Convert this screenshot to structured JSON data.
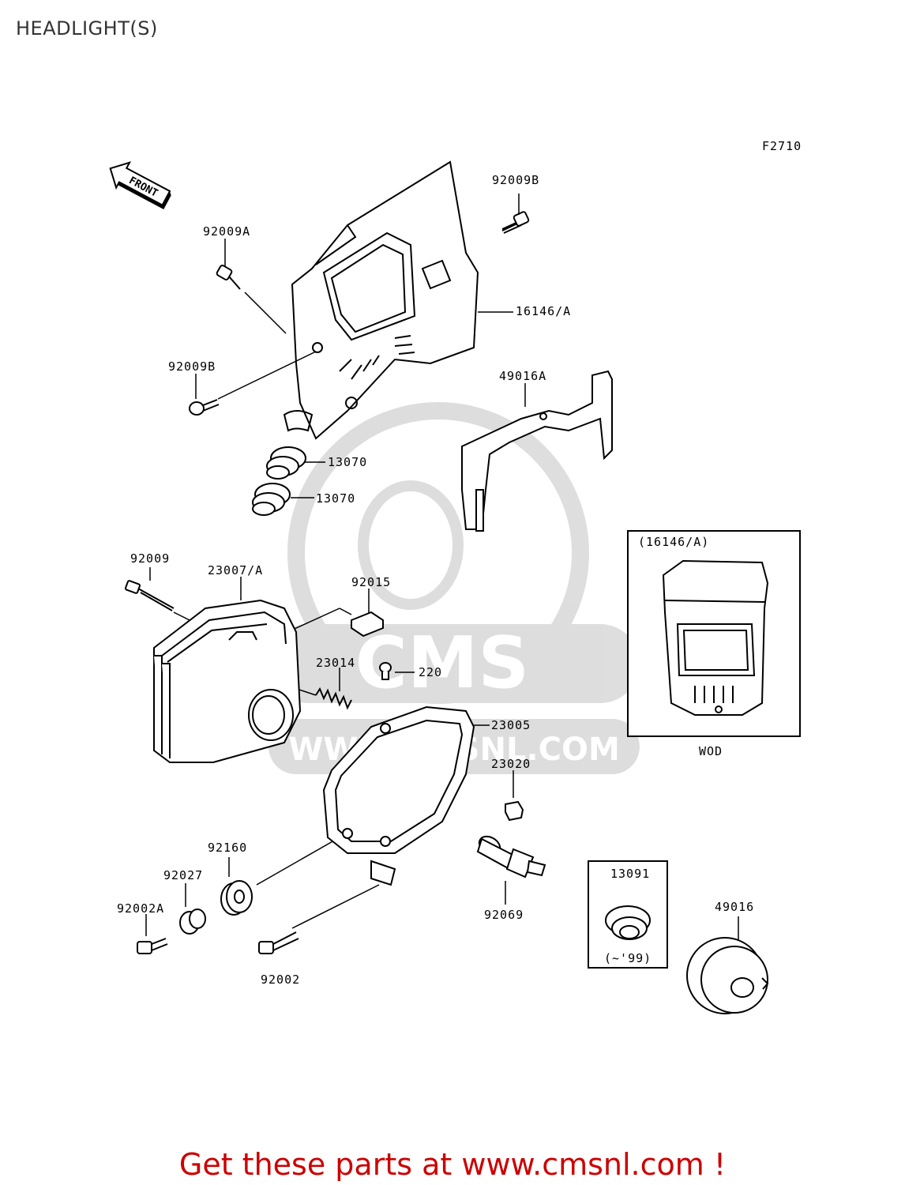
{
  "page": {
    "title": "HEADLIGHT(S)",
    "footer": "Get these parts at www.cmsnl.com !"
  },
  "diagram": {
    "figure_code": "F2710",
    "front_arrow": "FRONT",
    "watermark": {
      "brand": "CMS",
      "url": "WWW.CMSNL.COM"
    },
    "parts": [
      "92009B",
      "92009A",
      "16146/A",
      "92009B",
      "49016A",
      "13070",
      "13070",
      "92009",
      "23007/A",
      "92015",
      "23014",
      "220",
      "23005",
      "23020",
      "92160",
      "92027",
      "92002A",
      "92002",
      "92069",
      "13091",
      "49016"
    ],
    "inset_variant": {
      "title": "(16146/A)",
      "caption": "WOD"
    },
    "inset_years": {
      "part": "13091",
      "note": "(~'99)"
    }
  }
}
